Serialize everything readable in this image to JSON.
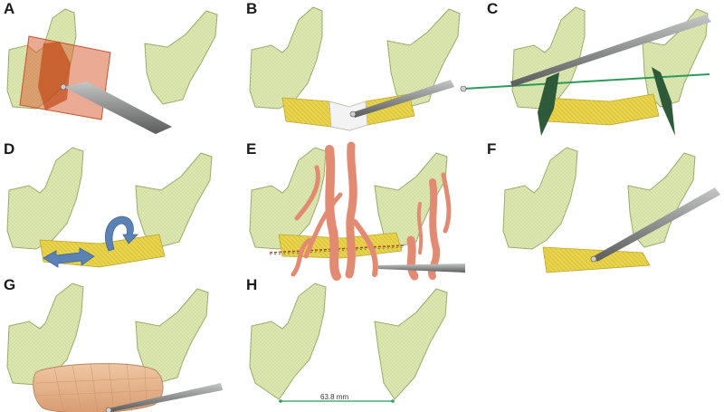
{
  "panels": [
    {
      "id": "A",
      "label": "A"
    },
    {
      "id": "B",
      "label": "B"
    },
    {
      "id": "C",
      "label": "C"
    },
    {
      "id": "D",
      "label": "D"
    },
    {
      "id": "E",
      "label": "E"
    },
    {
      "id": "F",
      "label": "F"
    },
    {
      "id": "G",
      "label": "G"
    },
    {
      "id": "H",
      "label": "H"
    }
  ],
  "measurement": "63.8 mm",
  "colors": {
    "bone": "#dde8b4",
    "bone_edge": "#9bab6a",
    "segment": "#e8d34a",
    "cut_plane": "#d9653a",
    "plane_dark": "#2f5a3a",
    "guide_line": "#2e9b5a",
    "pointer": "#8f9090",
    "arrow": "#5a82b4",
    "vessels": "#e28a72",
    "plate": "#e6b58e",
    "white_patch": "#f3f3f3"
  }
}
